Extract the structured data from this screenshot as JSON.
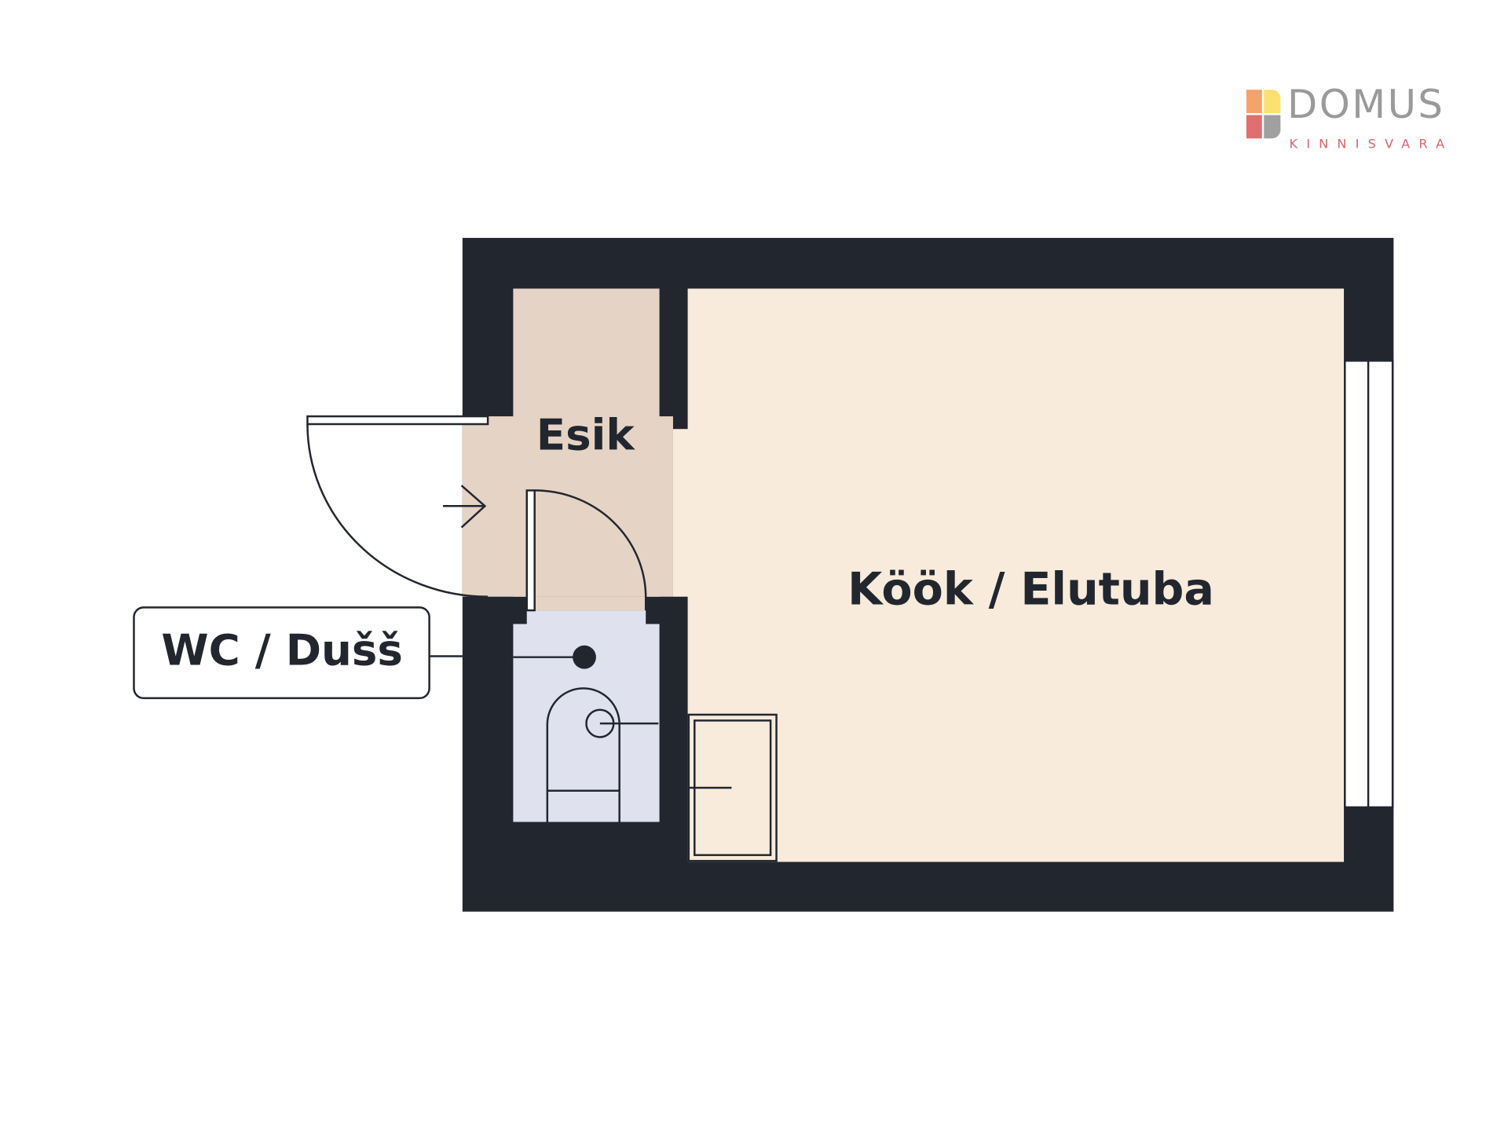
{
  "logo": {
    "name": "DOMUS",
    "subtitle": "KINNISVARA"
  },
  "rooms": {
    "entry": "Esik",
    "kitchen_living": "Köök / Elutuba",
    "bathroom": "WC / Dušš"
  },
  "colors": {
    "wall": "#22262f",
    "entry": "#e5d3c5",
    "kitchen": "#f8ebdb",
    "bathroom": "#dfe2ee"
  }
}
